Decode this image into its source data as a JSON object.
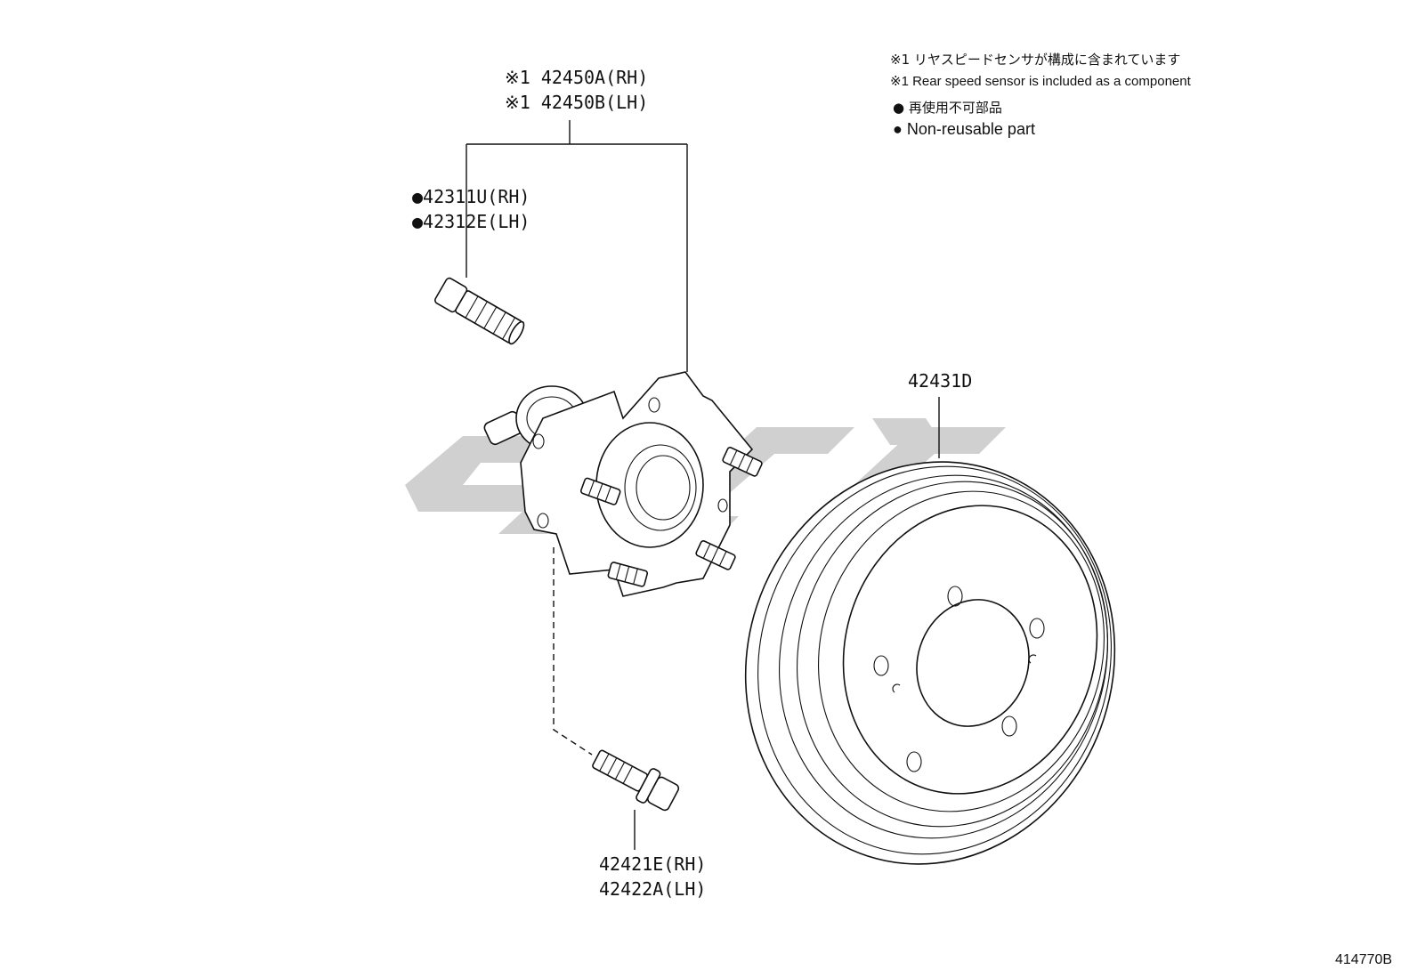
{
  "notes": {
    "ref_jp": "※1 リヤスピードセンサが構成に含まれています",
    "ref_en": "※1 Rear speed sensor is included as a component",
    "nonreuse_jp": "● 再使用不可部品",
    "nonreuse_en": "● Non-reusable part"
  },
  "parts": {
    "hub_rh": "※1 42450A(RH)",
    "hub_lh": "※1 42450B(LH)",
    "stud_rh": "●42311U(RH)",
    "stud_lh": "●42312E(LH)",
    "drum": "42431D",
    "bolt_rh": "42421E(RH)",
    "bolt_lh": "42422A(LH)"
  },
  "figure_id": "414770B",
  "colors": {
    "line": "#111111",
    "watermark": "#c8c8c8"
  }
}
